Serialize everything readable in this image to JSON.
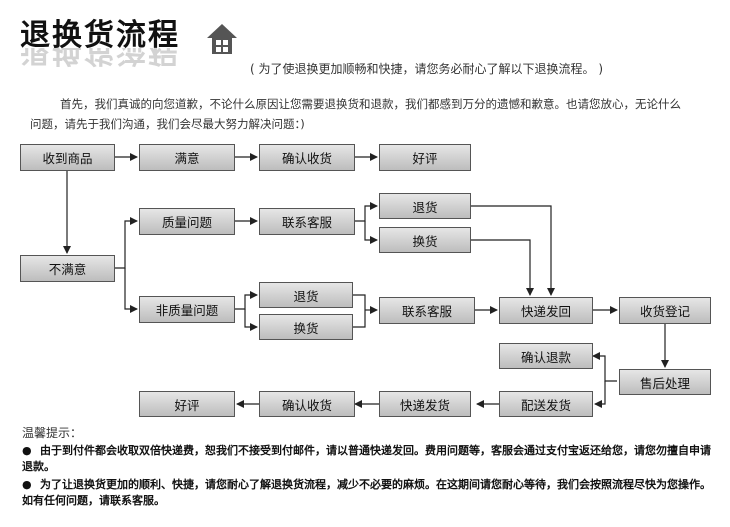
{
  "header": {
    "title": "退换货流程",
    "subtitle": "( 为了使退换更加顺畅和快捷，请您务必耐心了解以下退换流程。 )",
    "intro": "首先，我们真诚的向您道歉，不论什么原因让您需要退换货和退款，我们都感到万分的遗憾和歉意。也请您放心，无论什么问题，请先于我们沟通，我们会尽最大努力解决问题：)",
    "icon": "house-icon"
  },
  "flow": {
    "receive": "收到商品",
    "satisfied": "满意",
    "confirm1": "确认收货",
    "good1": "好评",
    "unsatisfied": "不满意",
    "quality": "质量问题",
    "contact1": "联系客服",
    "return1": "退货",
    "exchange1": "换货",
    "nonquality": "非质量问题",
    "return2": "退货",
    "exchange2": "换货",
    "contact2": "联系客服",
    "express_return": "快递发回",
    "register": "收货登记",
    "confirm_refund": "确认退款",
    "after_sales": "售后处理",
    "good2": "好评",
    "confirm2": "确认收货",
    "express_send": "快递发货",
    "dispatch": "配送发货"
  },
  "tips": {
    "title": "温馨提示：",
    "bullet": "●",
    "tip1": "由于到付件都会收取双倍快递费，恕我们不接受到付邮件，请以普通快递发回。费用问题等，客服会通过支付宝返还给您，请您勿擅自申请退款。",
    "tip2": "为了让退换货更加的顺利、快捷，请您耐心了解退换货流程，减少不必要的麻烦。在这期间请您耐心等待，我们会按照流程尽快为您操作。如有任何问题，请联系客服。"
  }
}
